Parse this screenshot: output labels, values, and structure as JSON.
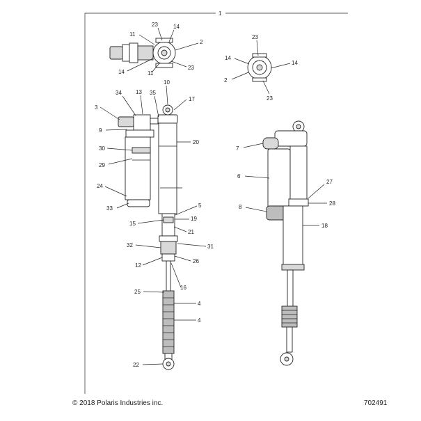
{
  "assembly_number": "1",
  "footer": {
    "copyright": "© 2018 Polaris Industries inc.",
    "drawing_number": "702491"
  },
  "callouts": {
    "valve_a": [
      "23",
      "14",
      "11",
      "2",
      "14",
      "11",
      "23"
    ],
    "valve_b": [
      "23",
      "14",
      "14",
      "2",
      "23"
    ],
    "exploded": [
      "10",
      "34",
      "13",
      "35",
      "17",
      "3",
      "9",
      "20",
      "30",
      "29",
      "24",
      "33",
      "5",
      "15",
      "19",
      "21",
      "32",
      "31",
      "12",
      "26",
      "16",
      "25",
      "4",
      "4",
      "22"
    ],
    "assembled": [
      "7",
      "6",
      "27",
      "28",
      "8",
      "18"
    ]
  }
}
